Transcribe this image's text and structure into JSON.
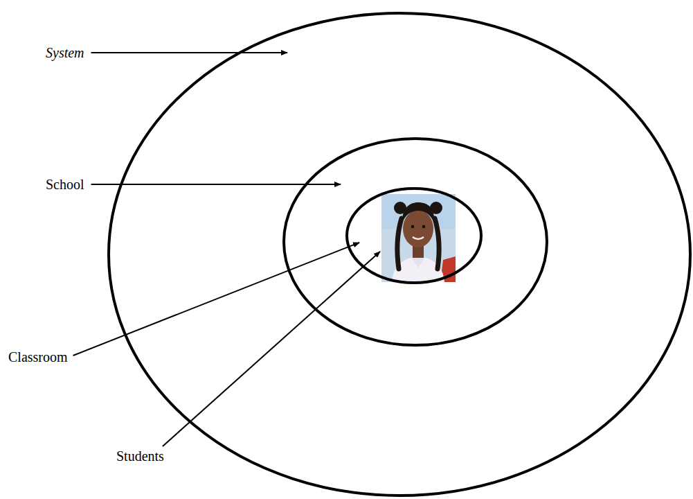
{
  "diagram": {
    "nodes": [
      {
        "text": [
          "System"
        ]
      },
      {
        "text": [
          "School"
        ],
        "in": 0
      },
      {
        "text": [
          "Classroom"
        ],
        "in": 1
      }
    ],
    "labels": [
      "Students"
    ]
  }
}
